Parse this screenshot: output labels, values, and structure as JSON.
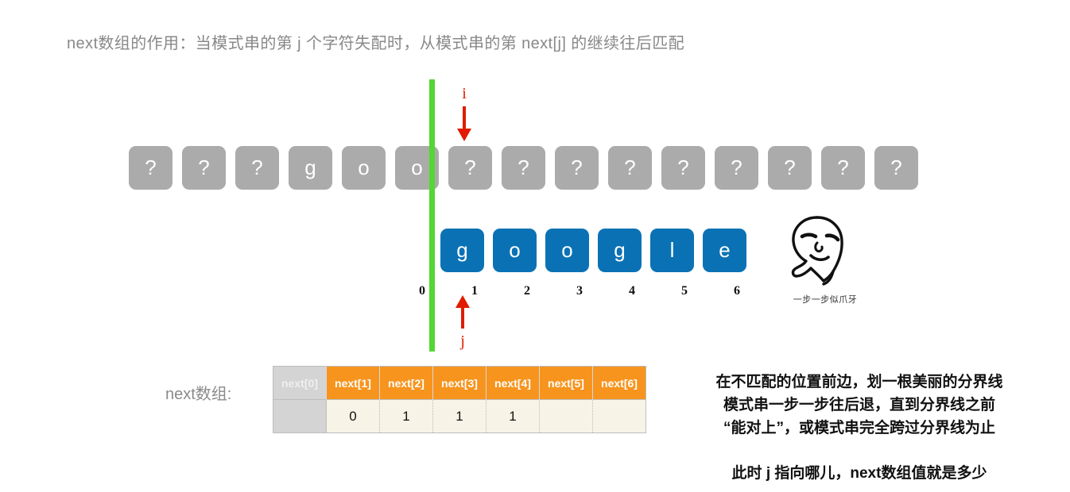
{
  "title": "next数组的作用：当模式串的第 j 个字符失配时，从模式串的第 next[j] 的继续往后匹配",
  "colors": {
    "divider": "#54D633",
    "text_cell": "#ABABAB",
    "pattern_cell": "#0A72B4",
    "pointer": "#E01B00",
    "table_header": "#F7941D",
    "table_header_disabled": "#D4D4D4",
    "table_cell": "#F7F4E7"
  },
  "text_row": {
    "name": "text-string",
    "cells": [
      "?",
      "?",
      "?",
      "g",
      "o",
      "o",
      "?",
      "?",
      "?",
      "?",
      "?",
      "?",
      "?",
      "?",
      "?"
    ],
    "divider_after_index": 5
  },
  "pattern_row": {
    "name": "pattern-string",
    "cells": [
      "g",
      "o",
      "o",
      "g",
      "l",
      "e"
    ]
  },
  "indices": [
    "0",
    "1",
    "2",
    "3",
    "4",
    "5",
    "6"
  ],
  "pointers": {
    "i": {
      "label": "i",
      "direction": "down"
    },
    "j": {
      "label": "j",
      "direction": "up"
    }
  },
  "mascot": {
    "caption": "一步一步似爪牙"
  },
  "next_array": {
    "label": "next数组:",
    "headers": [
      "next[0]",
      "next[1]",
      "next[2]",
      "next[3]",
      "next[4]",
      "next[5]",
      "next[6]"
    ],
    "values": [
      "",
      "0",
      "1",
      "1",
      "1",
      "",
      ""
    ]
  },
  "notes": {
    "lines": [
      "在不匹配的位置前边，划一根美丽的分界线",
      "模式串一步一步往后退，直到分界线之前",
      "“能对上”，或模式串完全跨过分界线为止"
    ],
    "final": "此时 j 指向哪儿，next数组值就是多少"
  }
}
